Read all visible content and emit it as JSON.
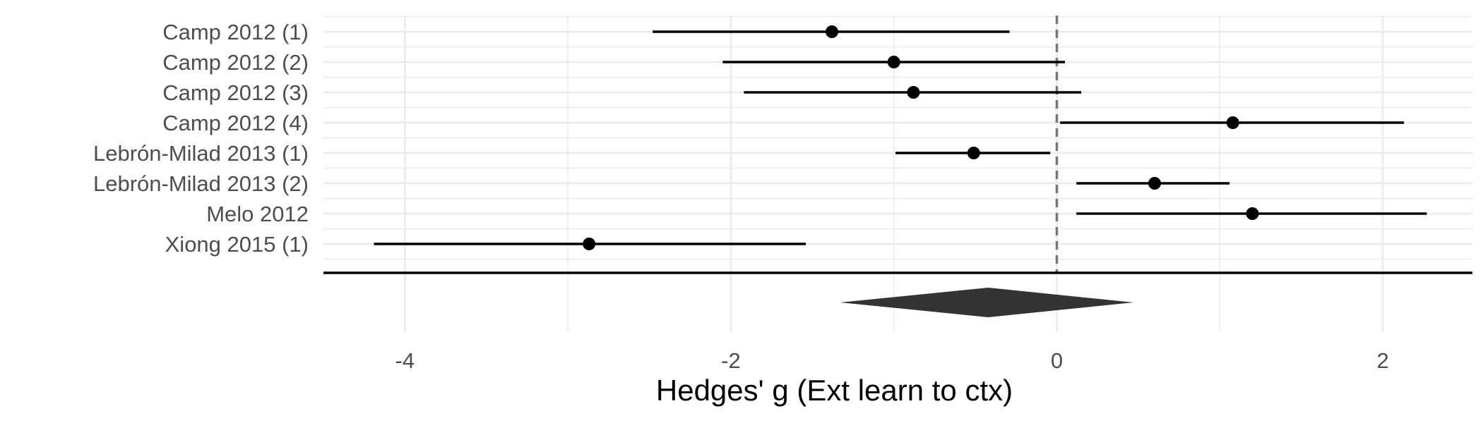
{
  "chart_data": {
    "type": "forest",
    "title": "",
    "xlabel": "Hedges' g (Ext learn to ctx)",
    "ylabel": "",
    "xlim": [
      -4.5,
      2.55
    ],
    "x_ticks": [
      -4,
      -2,
      0,
      2
    ],
    "x_tick_labels": [
      "-4",
      "-2",
      "0",
      "2"
    ],
    "reference_line": 0,
    "grid": true,
    "studies": [
      {
        "label": "Camp 2012 (1)",
        "estimate": -1.38,
        "ci_low": -2.48,
        "ci_high": -0.29
      },
      {
        "label": "Camp 2012 (2)",
        "estimate": -1.0,
        "ci_low": -2.05,
        "ci_high": 0.05
      },
      {
        "label": "Camp 2012 (3)",
        "estimate": -0.88,
        "ci_low": -1.92,
        "ci_high": 0.15
      },
      {
        "label": "Camp 2012 (4)",
        "estimate": 1.08,
        "ci_low": 0.02,
        "ci_high": 2.13
      },
      {
        "label": "Lebrón-Milad 2013 (1)",
        "estimate": -0.51,
        "ci_low": -0.99,
        "ci_high": -0.04
      },
      {
        "label": "Lebrón-Milad 2013 (2)",
        "estimate": 0.6,
        "ci_low": 0.12,
        "ci_high": 1.06
      },
      {
        "label": "Melo 2012",
        "estimate": 1.2,
        "ci_low": 0.12,
        "ci_high": 2.27
      },
      {
        "label": "Xiong 2015 (1)",
        "estimate": -2.87,
        "ci_low": -4.19,
        "ci_high": -1.54
      }
    ],
    "summary": {
      "estimate": -0.42,
      "ci_low": -1.33,
      "ci_high": 0.47
    }
  },
  "colors": {
    "grid": "#ebebeb",
    "points": "#000000",
    "summary": "#333333",
    "reference_line": "#777777"
  }
}
